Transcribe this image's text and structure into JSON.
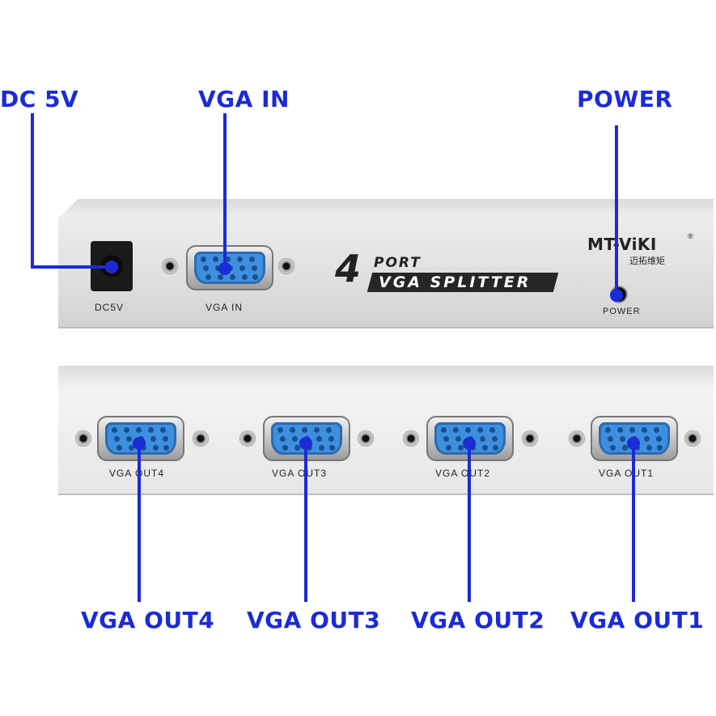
{
  "callouts": {
    "dc5v": "DC 5V",
    "vga_in": "VGA IN",
    "power": "POWER",
    "out4": "VGA OUT4",
    "out3": "VGA OUT3",
    "out2": "VGA OUT2",
    "out1": "VGA OUT1"
  },
  "panel_labels": {
    "dc5v": "DC5V",
    "vga_in": "VGA IN",
    "power": "POWER",
    "out4": "VGA OUT4",
    "out3": "VGA OUT3",
    "out2": "VGA OUT2",
    "out1": "VGA OUT1"
  },
  "brand": {
    "logo": "MT-ViKI",
    "logo_sub": "迈拓维矩",
    "registered": "®",
    "big_number": "4",
    "port_word": "PORT",
    "product": "VGA SPLITTER"
  },
  "colors": {
    "callout": "#1b2bd6",
    "port_blue": "#3e8fe0",
    "chassis": "#e2e2e2"
  }
}
